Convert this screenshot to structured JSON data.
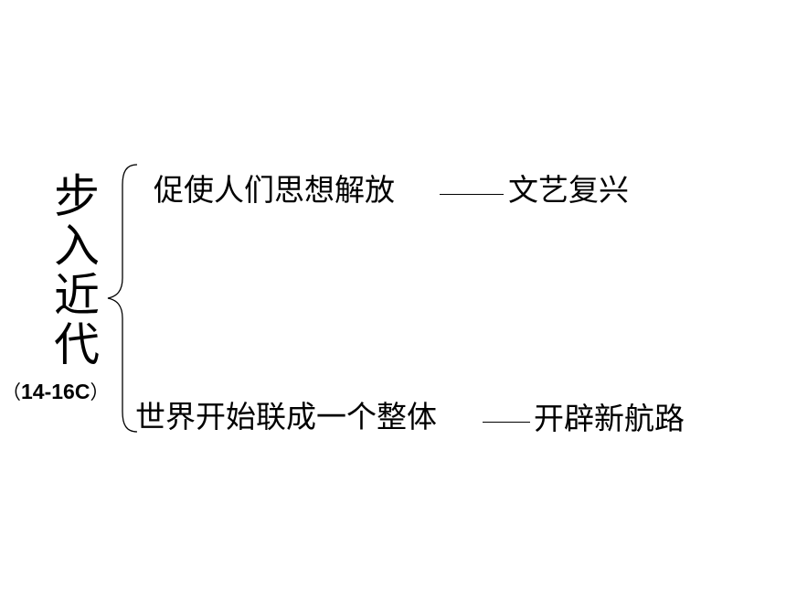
{
  "title": {
    "chars": [
      "步",
      "入",
      "近",
      "代"
    ],
    "period_open": "（",
    "period_range": "14-16C",
    "period_close": "）"
  },
  "items": [
    {
      "cause": "促使人们思想解放",
      "connector": "——",
      "event": "文艺复兴"
    },
    {
      "cause": "世界开始联成一个整体",
      "connector": "——",
      "event": "开辟新航路"
    }
  ]
}
